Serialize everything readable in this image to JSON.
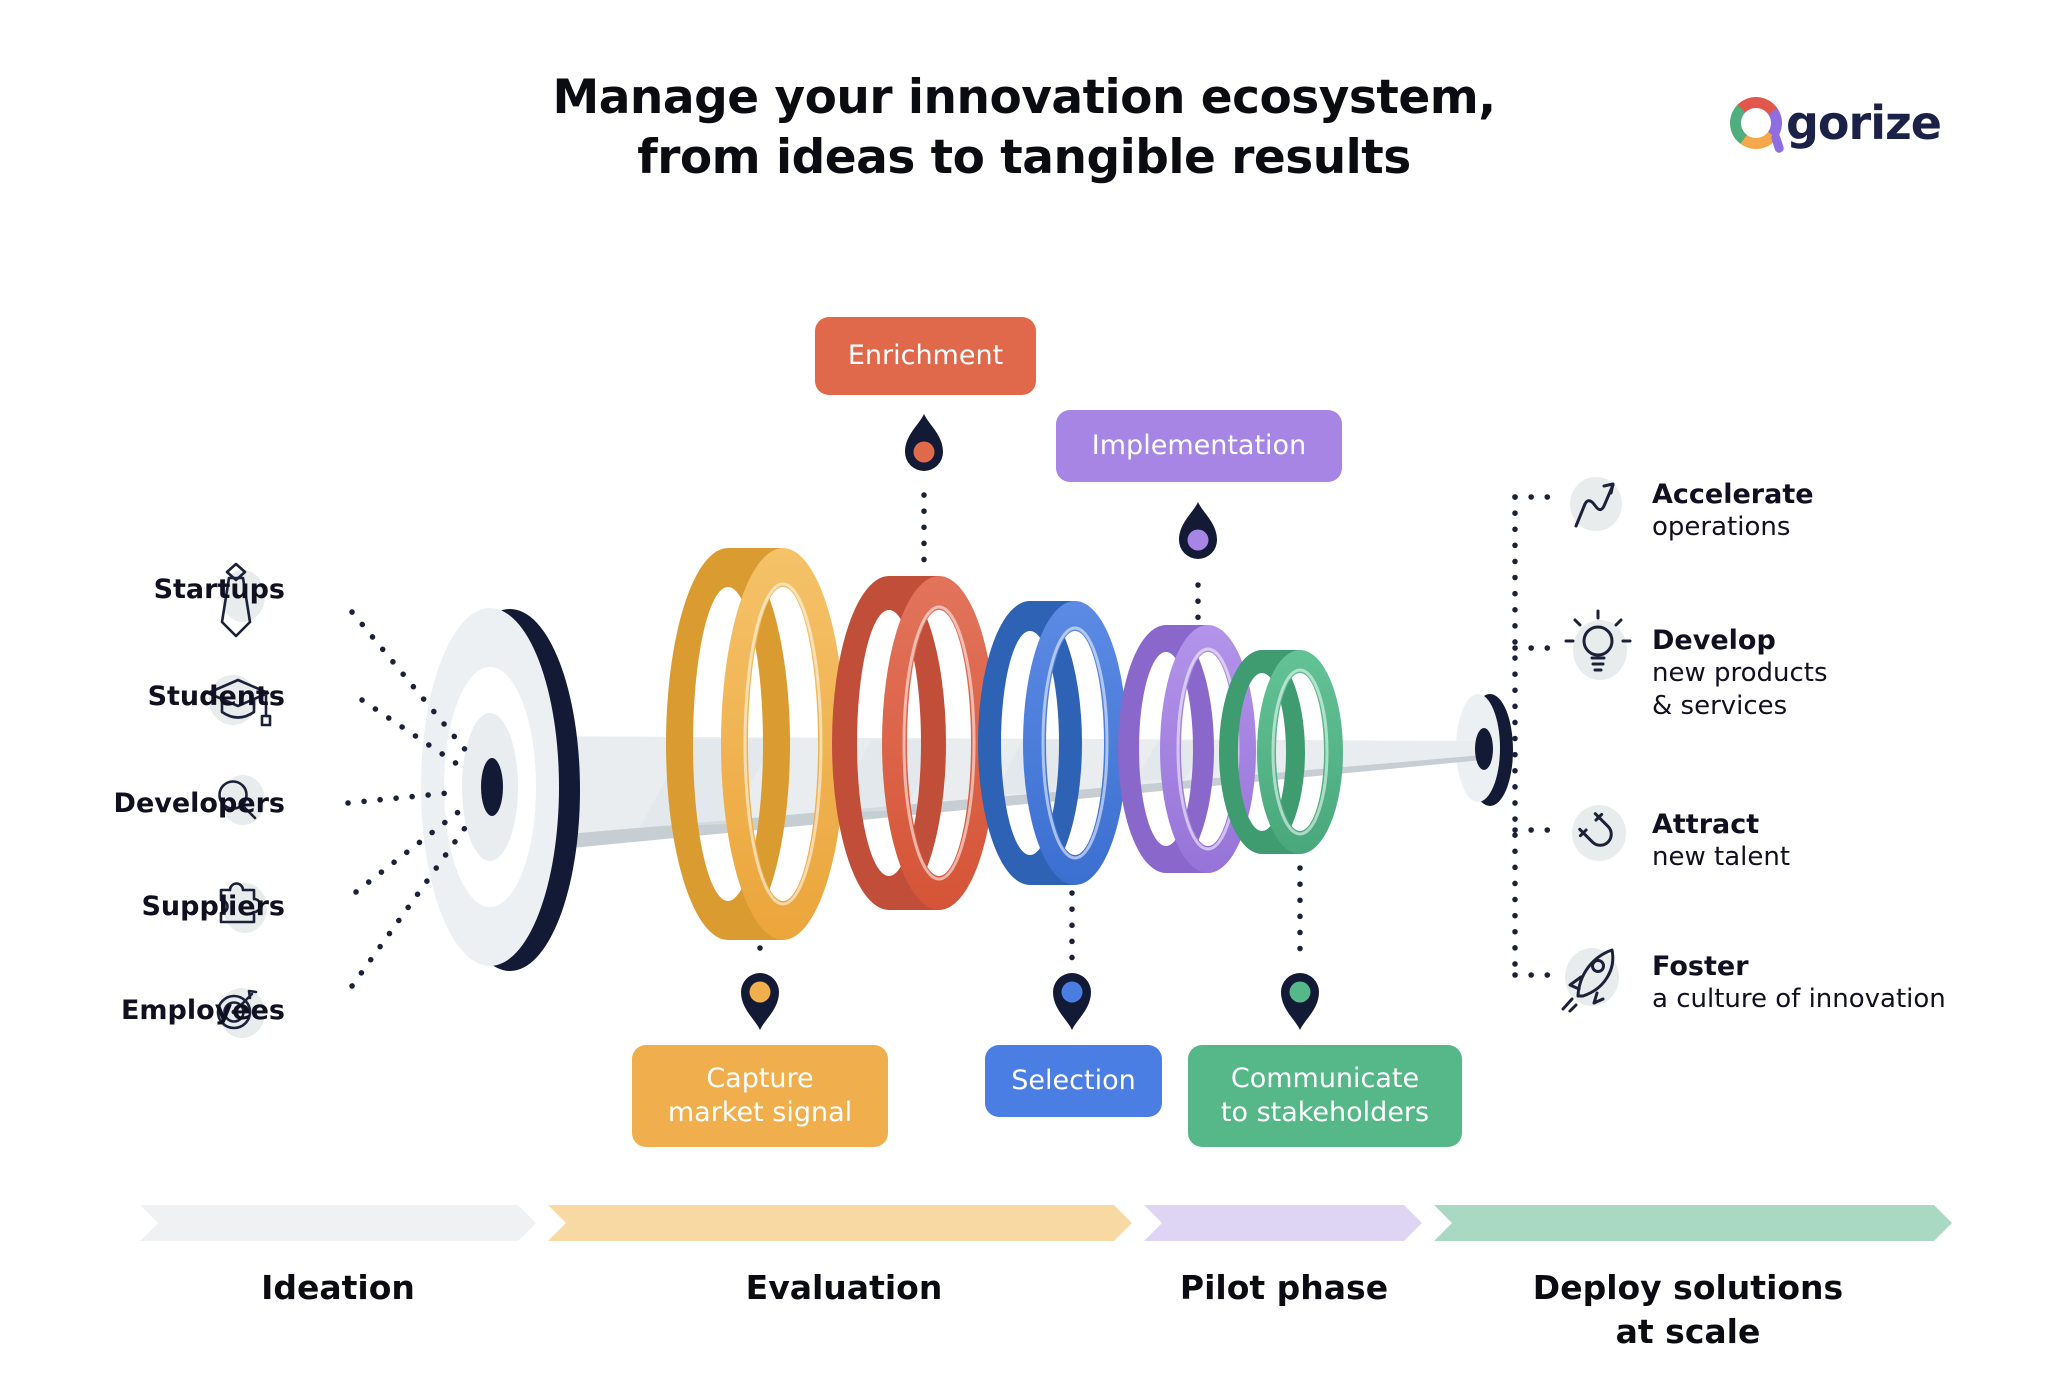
{
  "title": {
    "line1": "Manage your innovation ecosystem,",
    "line2": "from ideas to tangible results"
  },
  "logo": {
    "brand": "agorize",
    "wordmark_rest": "gorize"
  },
  "stages": {
    "enrichment": {
      "label": "Enrichment",
      "color": "#e0684b",
      "position": "above",
      "ring": "red"
    },
    "implementation": {
      "label": "Implementation",
      "color": "#a685e5",
      "position": "above",
      "ring": "purple"
    },
    "capture": {
      "line1": "Capture",
      "line2": "market signal",
      "color": "#f0af4c",
      "position": "below",
      "ring": "yellow"
    },
    "selection": {
      "label": "Selection",
      "color": "#4a7ee2",
      "position": "below",
      "ring": "blue"
    },
    "communicate": {
      "line1": "Communicate",
      "line2": "to stakeholders",
      "color": "#56b889",
      "position": "below",
      "ring": "green"
    }
  },
  "stakeholders": [
    {
      "label": "Startups",
      "icon": "tie-icon"
    },
    {
      "label": "Students",
      "icon": "graduation-cap-icon"
    },
    {
      "label": "Developers",
      "icon": "magnifier-icon"
    },
    {
      "label": "Suppliers",
      "icon": "puzzle-icon"
    },
    {
      "label": "Employees",
      "icon": "target-icon"
    }
  ],
  "outcomes": [
    {
      "bold": "Accelerate",
      "line2": "operations",
      "line3": "",
      "icon": "trend-arrow-icon"
    },
    {
      "bold": "Develop",
      "line2": "new products",
      "line3": "& services",
      "icon": "lightbulb-icon"
    },
    {
      "bold": "Attract",
      "line2": "new talent",
      "line3": "",
      "icon": "magnet-icon"
    },
    {
      "bold": "Foster",
      "line2": "a culture of innovation",
      "line3": "",
      "icon": "rocket-icon"
    }
  ],
  "timeline": [
    {
      "line1": "Ideation",
      "line2": "",
      "color": "#eff1f3"
    },
    {
      "line1": "Evaluation",
      "line2": "",
      "color": "#f8d9a3"
    },
    {
      "line1": "Pilot phase",
      "line2": "",
      "color": "#ded5f5"
    },
    {
      "line1": "Deploy solutions",
      "line2": "at scale",
      "color": "#a9d9c2"
    }
  ],
  "rings": [
    {
      "name": "yellow",
      "color": "#f1b149"
    },
    {
      "name": "red",
      "color": "#de624a"
    },
    {
      "name": "blue",
      "color": "#4a80de"
    },
    {
      "name": "purple",
      "color": "#a584e2"
    },
    {
      "name": "green",
      "color": "#57b88b"
    }
  ],
  "colors": {
    "navy": "#131a36",
    "beam": "#e9edef",
    "beam_side": "#c6ced4",
    "text": "#0b0b12"
  }
}
